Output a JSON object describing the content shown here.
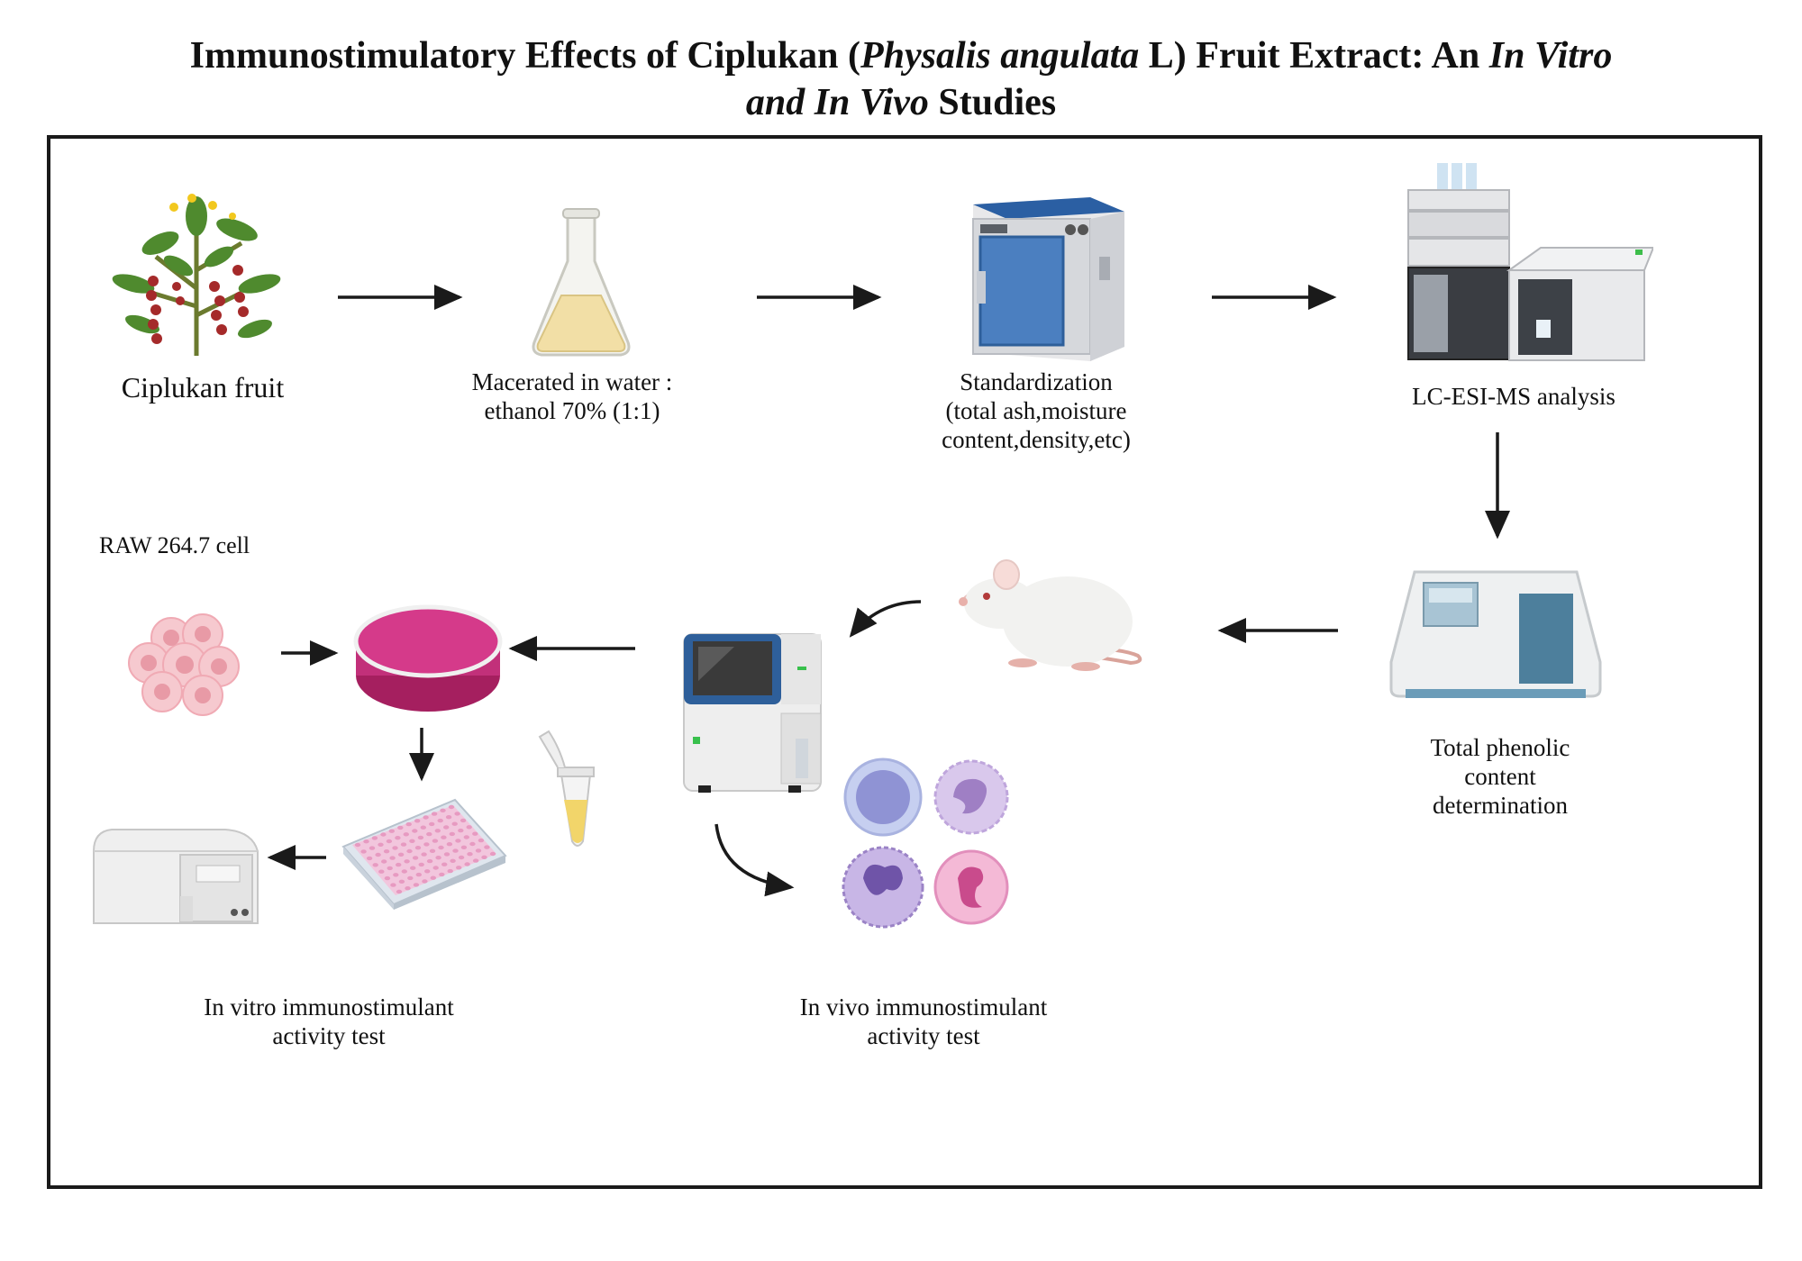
{
  "title": {
    "p1": "Immunostimulatory Effects of Ciplukan (",
    "p2": "Physalis angulata",
    "p3": " L) Fruit Extract: An ",
    "p4": "In Vitro",
    "p5": "and ",
    "p6": "In Vivo",
    "p7": " Studies"
  },
  "steps": {
    "fruit": "Ciplukan fruit",
    "macerate": [
      "Macerated in water :",
      "ethanol 70% (1:1)"
    ],
    "standard": [
      "Standardization",
      "(total ash,moisture",
      "content,density,etc)"
    ],
    "lcms": "LC-ESI-MS analysis",
    "phenolic": [
      "Total phenolic",
      "content",
      "determination"
    ],
    "raw": "RAW 264.7 cell",
    "invitro": [
      "In vitro immunostimulant",
      "activity test"
    ],
    "invivo": [
      "In vivo immunostimulant",
      "activity test"
    ]
  },
  "icons": [
    "plant-icon",
    "flask-icon",
    "oven-icon",
    "lc-ms-instrument-icon",
    "spectrophotometer-icon",
    "rat-icon",
    "hematology-analyzer-icon",
    "cell-cluster-icon",
    "petri-dish-icon",
    "microplate-icon",
    "microtube-icon",
    "plate-reader-icon",
    "leukocytes-icon"
  ],
  "colors": {
    "stroke": "#1a1a1a",
    "petri": "#c8307a",
    "cell": "#f0a8b4",
    "analyzer_blue": "#2e5f9a"
  }
}
